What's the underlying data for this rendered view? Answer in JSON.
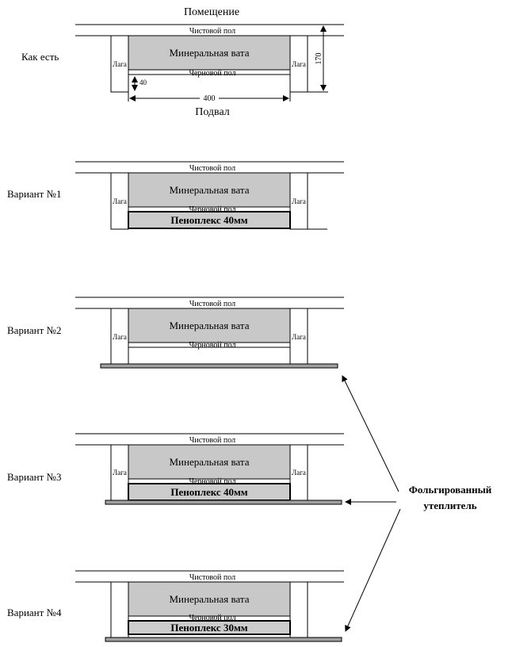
{
  "labels": {
    "room": "Помещение",
    "basement": "Подвал",
    "finish_floor": "Чистовой пол",
    "rough_floor": "Черновой пол",
    "mineral_wool": "Минеральная вата",
    "joist": "Лага",
    "foil_insulation_line1": "Фольгированный",
    "foil_insulation_line2": "утеплитель"
  },
  "dimensions": {
    "height": "170",
    "gap": "40",
    "spacing": "400"
  },
  "variants": [
    {
      "title": "Как есть",
      "board": ""
    },
    {
      "title": "Вариант №1",
      "board": "Пеноплекс 40мм"
    },
    {
      "title": "Вариант №2",
      "board": ""
    },
    {
      "title": "Вариант №3",
      "board": "Пеноплекс 40мм"
    },
    {
      "title": "Вариант №4",
      "board": "Пеноплекс 30мм"
    }
  ],
  "colors": {
    "wool": "#c8c8c8",
    "board": "#cccccc",
    "foil": "#a0a0a0",
    "line": "#000000"
  }
}
